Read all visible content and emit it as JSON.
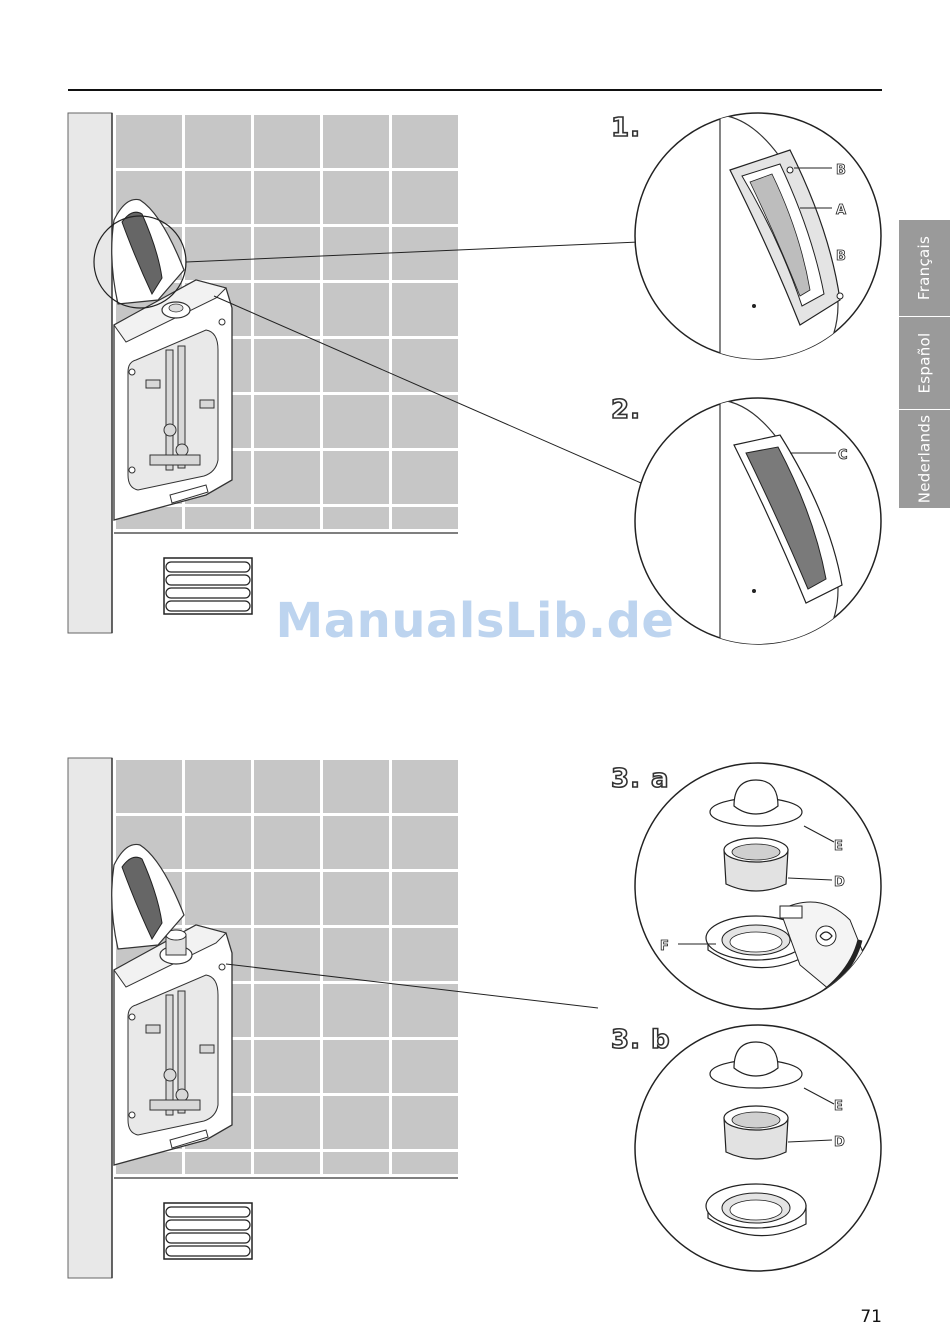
{
  "languages": [
    "Français",
    "Español",
    "Nederlands"
  ],
  "steps": {
    "step1": "1.",
    "step2": "2.",
    "step3a": "3. a",
    "step3b": "3. b"
  },
  "callouts": {
    "step1": [
      "B",
      "A",
      "B"
    ],
    "step2": [
      "C"
    ],
    "step3a": [
      "E",
      "D",
      "F"
    ],
    "step3b": [
      "E",
      "D"
    ]
  },
  "watermark": "ManualsLib.de",
  "page_number": "71",
  "colors": {
    "tile": "#c6c6c6",
    "grout": "#ffffff",
    "wall": "#e8e8e8",
    "tab": "#9a9a9a",
    "watermark": "#a7c6ea"
  }
}
